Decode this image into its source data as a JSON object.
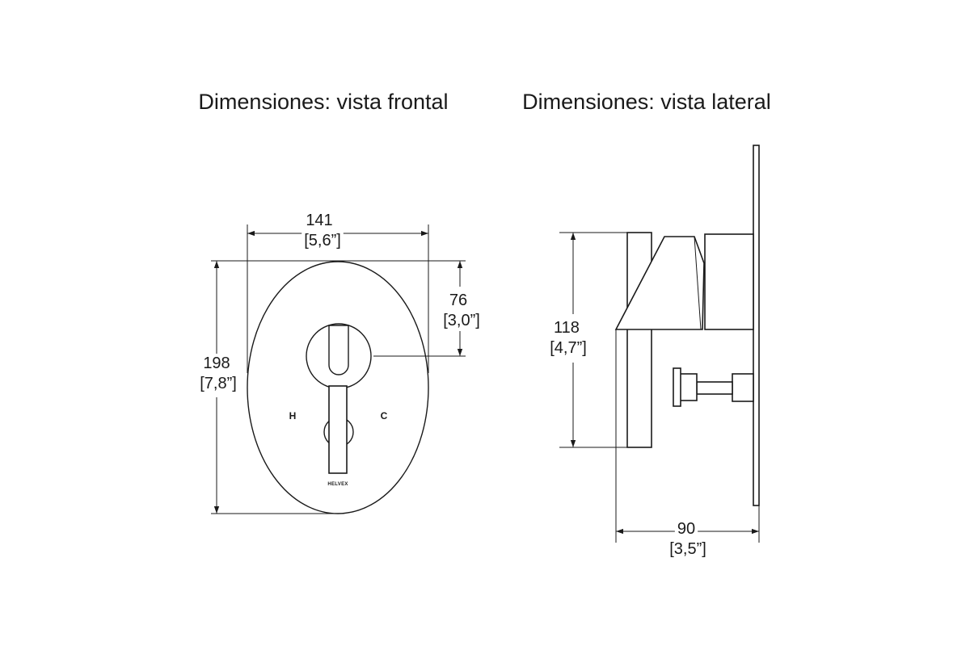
{
  "front_view": {
    "title": "Dimensiones: vista frontal",
    "width_mm": "141",
    "width_in": "[5,6”]",
    "height_mm": "198",
    "height_in": "[7,8”]",
    "handle_mm": "76",
    "handle_in": "[3,0”]",
    "hot_label": "H",
    "cold_label": "C",
    "brand_text": "HELVEX"
  },
  "side_view": {
    "title": "Dimensiones: vista lateral",
    "height_mm": "118",
    "height_in": "[4,7”]",
    "depth_mm": "90",
    "depth_in": "[3,5”]"
  },
  "colors": {
    "ink": "#1a1a1a",
    "background": "#ffffff"
  }
}
